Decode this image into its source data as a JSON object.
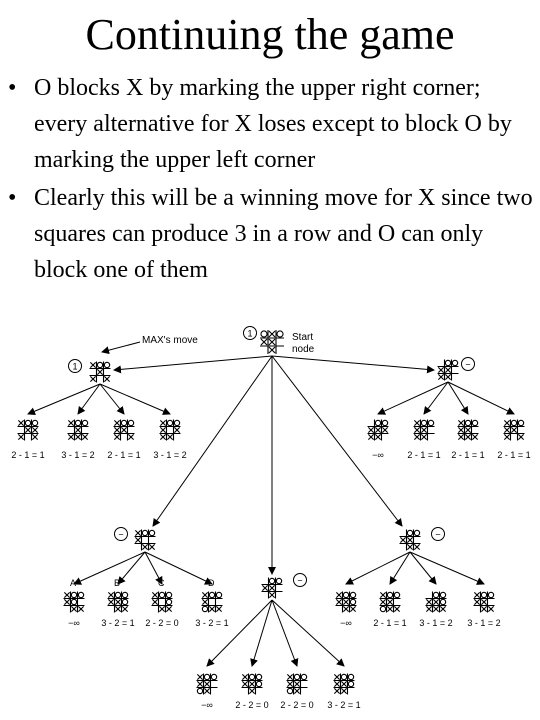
{
  "slide": {
    "title": "Continuing the game",
    "bullets": [
      "O blocks X by marking the upper right corner; every alternative for X loses except to block O by marking the upper left corner",
      "Clearly this will be a winning move for X since two squares can produce 3 in a row and O can only block one of them"
    ],
    "bullet_glyph": "•"
  },
  "diagram": {
    "max_move_label": "MAX's move",
    "start_label_1": "Start",
    "start_label_2": "node",
    "root_marker": "1",
    "left_marker": "1",
    "minus": "−",
    "minus_inf": "−∞",
    "branch_labels": [
      "A",
      "B",
      "C",
      "D"
    ],
    "row1_left_scores": [
      "2 - 1 = 1",
      "3 - 1 = 2",
      "2 - 1 = 1",
      "3 - 1 = 2"
    ],
    "row1_right_scores": [
      "−∞",
      "2 - 1 = 1",
      "2 - 1 = 1",
      "2 - 1 = 1"
    ],
    "row2_left_scores": [
      "−∞",
      "3 - 2 = 1",
      "2 - 2 = 0",
      "3 - 2 = 1"
    ],
    "row2_right_scores": [
      "−∞",
      "2 - 1 = 1",
      "3 - 1 = 2",
      "3 - 1 = 2"
    ],
    "row3_scores": [
      "−∞",
      "2 - 2 = 0",
      "2 - 2 = 0",
      "3 - 2 = 1"
    ]
  }
}
